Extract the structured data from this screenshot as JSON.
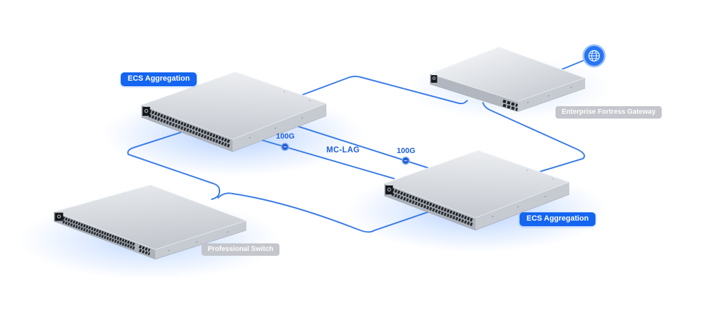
{
  "diagram": {
    "nodes": [
      {
        "id": "ecs-aggregation-top",
        "label": "ECS Aggregation",
        "badge": "blue"
      },
      {
        "id": "enterprise-fortress-gateway",
        "label": "Enterprise Fortress Gateway",
        "badge": "gray"
      },
      {
        "id": "professional-switch",
        "label": "Professional Switch",
        "badge": "gray"
      },
      {
        "id": "ecs-aggregation-bottom",
        "label": "ECS Aggregation",
        "badge": "blue"
      }
    ],
    "links": {
      "mclag_label": "MC-LAG",
      "speed_left": "100G",
      "speed_right": "100G"
    },
    "icons": {
      "internet": "globe-icon"
    },
    "colors": {
      "badge_blue": "#1465f0",
      "badge_gray": "#c1c3c9",
      "line_blue": "#3a7ce9",
      "label_blue": "#1d5ed9",
      "dot_blue": "#1d5ad3",
      "glow_blue": "#84b0ff",
      "chassis_light": "#e9ebef",
      "chassis_mid": "#c6cad1",
      "chassis_dark": "#aeb3bb",
      "port_dark": "#23262c"
    }
  }
}
